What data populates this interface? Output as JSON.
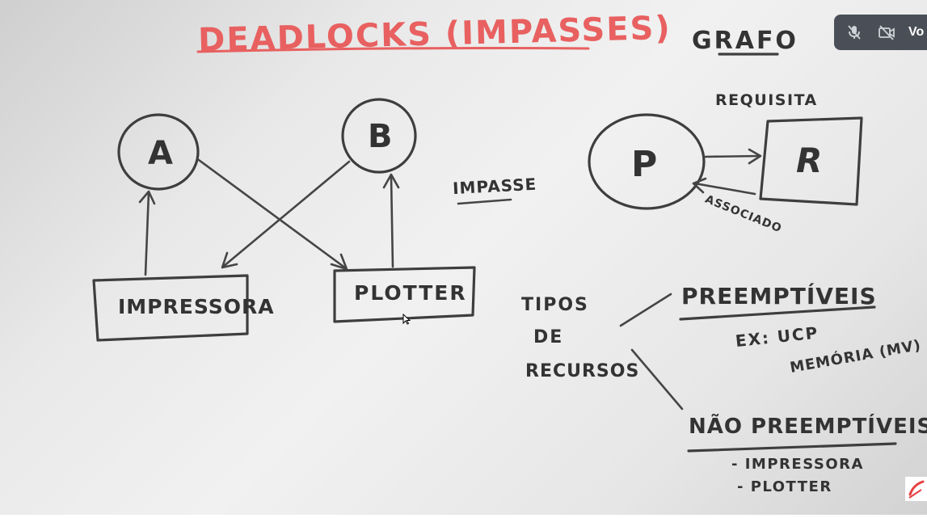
{
  "whiteboard": {
    "title": "DEADLOCKS (IMPASSES)",
    "graph_heading": "GRAFO",
    "left_diagram": {
      "process_a": "A",
      "process_b": "B",
      "resource_left": "IMPRESSORA",
      "resource_right": "PLOTTER",
      "note": "IMPASSE"
    },
    "right_diagram": {
      "process": "P",
      "resource": "R",
      "edge_request": "REQUISITA",
      "edge_assigned": "ASSOCIADO"
    },
    "resource_types": {
      "label_line1": "TIPOS",
      "label_line2": "DE",
      "label_line3": "RECURSOS",
      "preemptive_heading": "PREEMPTÍVEIS",
      "preemptive_examples": [
        "EX: UCP",
        "MEMÓRIA (MV)"
      ],
      "non_preemptive_heading": "NÃO PREEMPTÍVEIS",
      "non_preemptive_examples": [
        "- IMPRESSORA",
        "- PLOTTER"
      ]
    }
  },
  "meeting_toolbar": {
    "label": "Vo",
    "mic_icon": "mic-off-icon",
    "camera_icon": "camera-off-icon",
    "background": "#4a4f57"
  },
  "colors": {
    "title_ink": "#e86060",
    "ink": "#3e3e3e"
  }
}
